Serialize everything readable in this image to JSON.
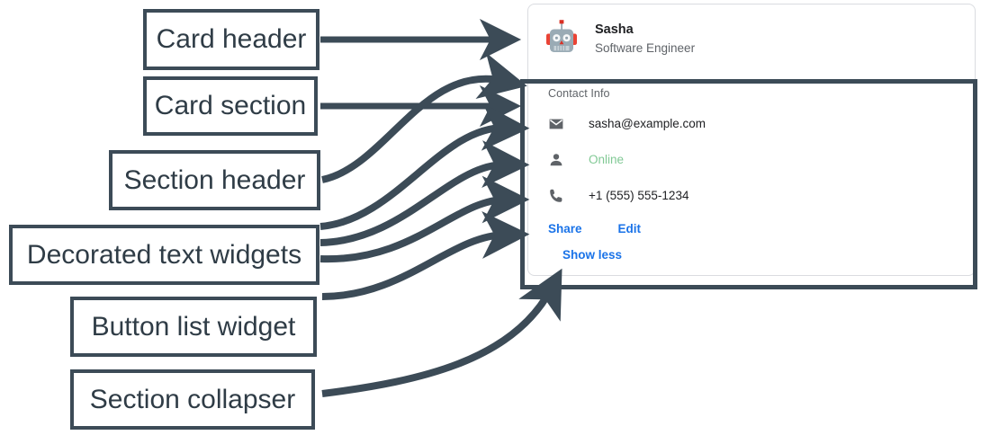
{
  "annotations": [
    {
      "id": "card-header",
      "label": "Card header"
    },
    {
      "id": "card-section",
      "label": "Card section"
    },
    {
      "id": "section-header",
      "label": "Section header"
    },
    {
      "id": "decorated-text",
      "label": "Decorated text widgets"
    },
    {
      "id": "button-list",
      "label": "Button list widget"
    },
    {
      "id": "section-collapser",
      "label": "Section collapser"
    }
  ],
  "card": {
    "header": {
      "avatar_icon": "robot-avatar-icon",
      "title": "Sasha",
      "subtitle": "Software Engineer"
    },
    "section": {
      "header": "Contact Info",
      "widgets": [
        {
          "icon": "mail-icon",
          "text": "sasha@example.com",
          "state": "default"
        },
        {
          "icon": "person-icon",
          "text": "Online",
          "state": "online"
        },
        {
          "icon": "phone-icon",
          "text": "+1 (555) 555-1234",
          "state": "default"
        }
      ],
      "buttons": [
        {
          "label": "Share"
        },
        {
          "label": "Edit"
        }
      ],
      "collapser": {
        "label": "Show less"
      }
    }
  },
  "colors": {
    "annotation_stroke": "#3c4b57",
    "card_border": "#dadce0",
    "link_blue": "#1a73e8",
    "status_green": "#81c995",
    "muted_grey": "#5f6368",
    "text_dark": "#202124"
  }
}
